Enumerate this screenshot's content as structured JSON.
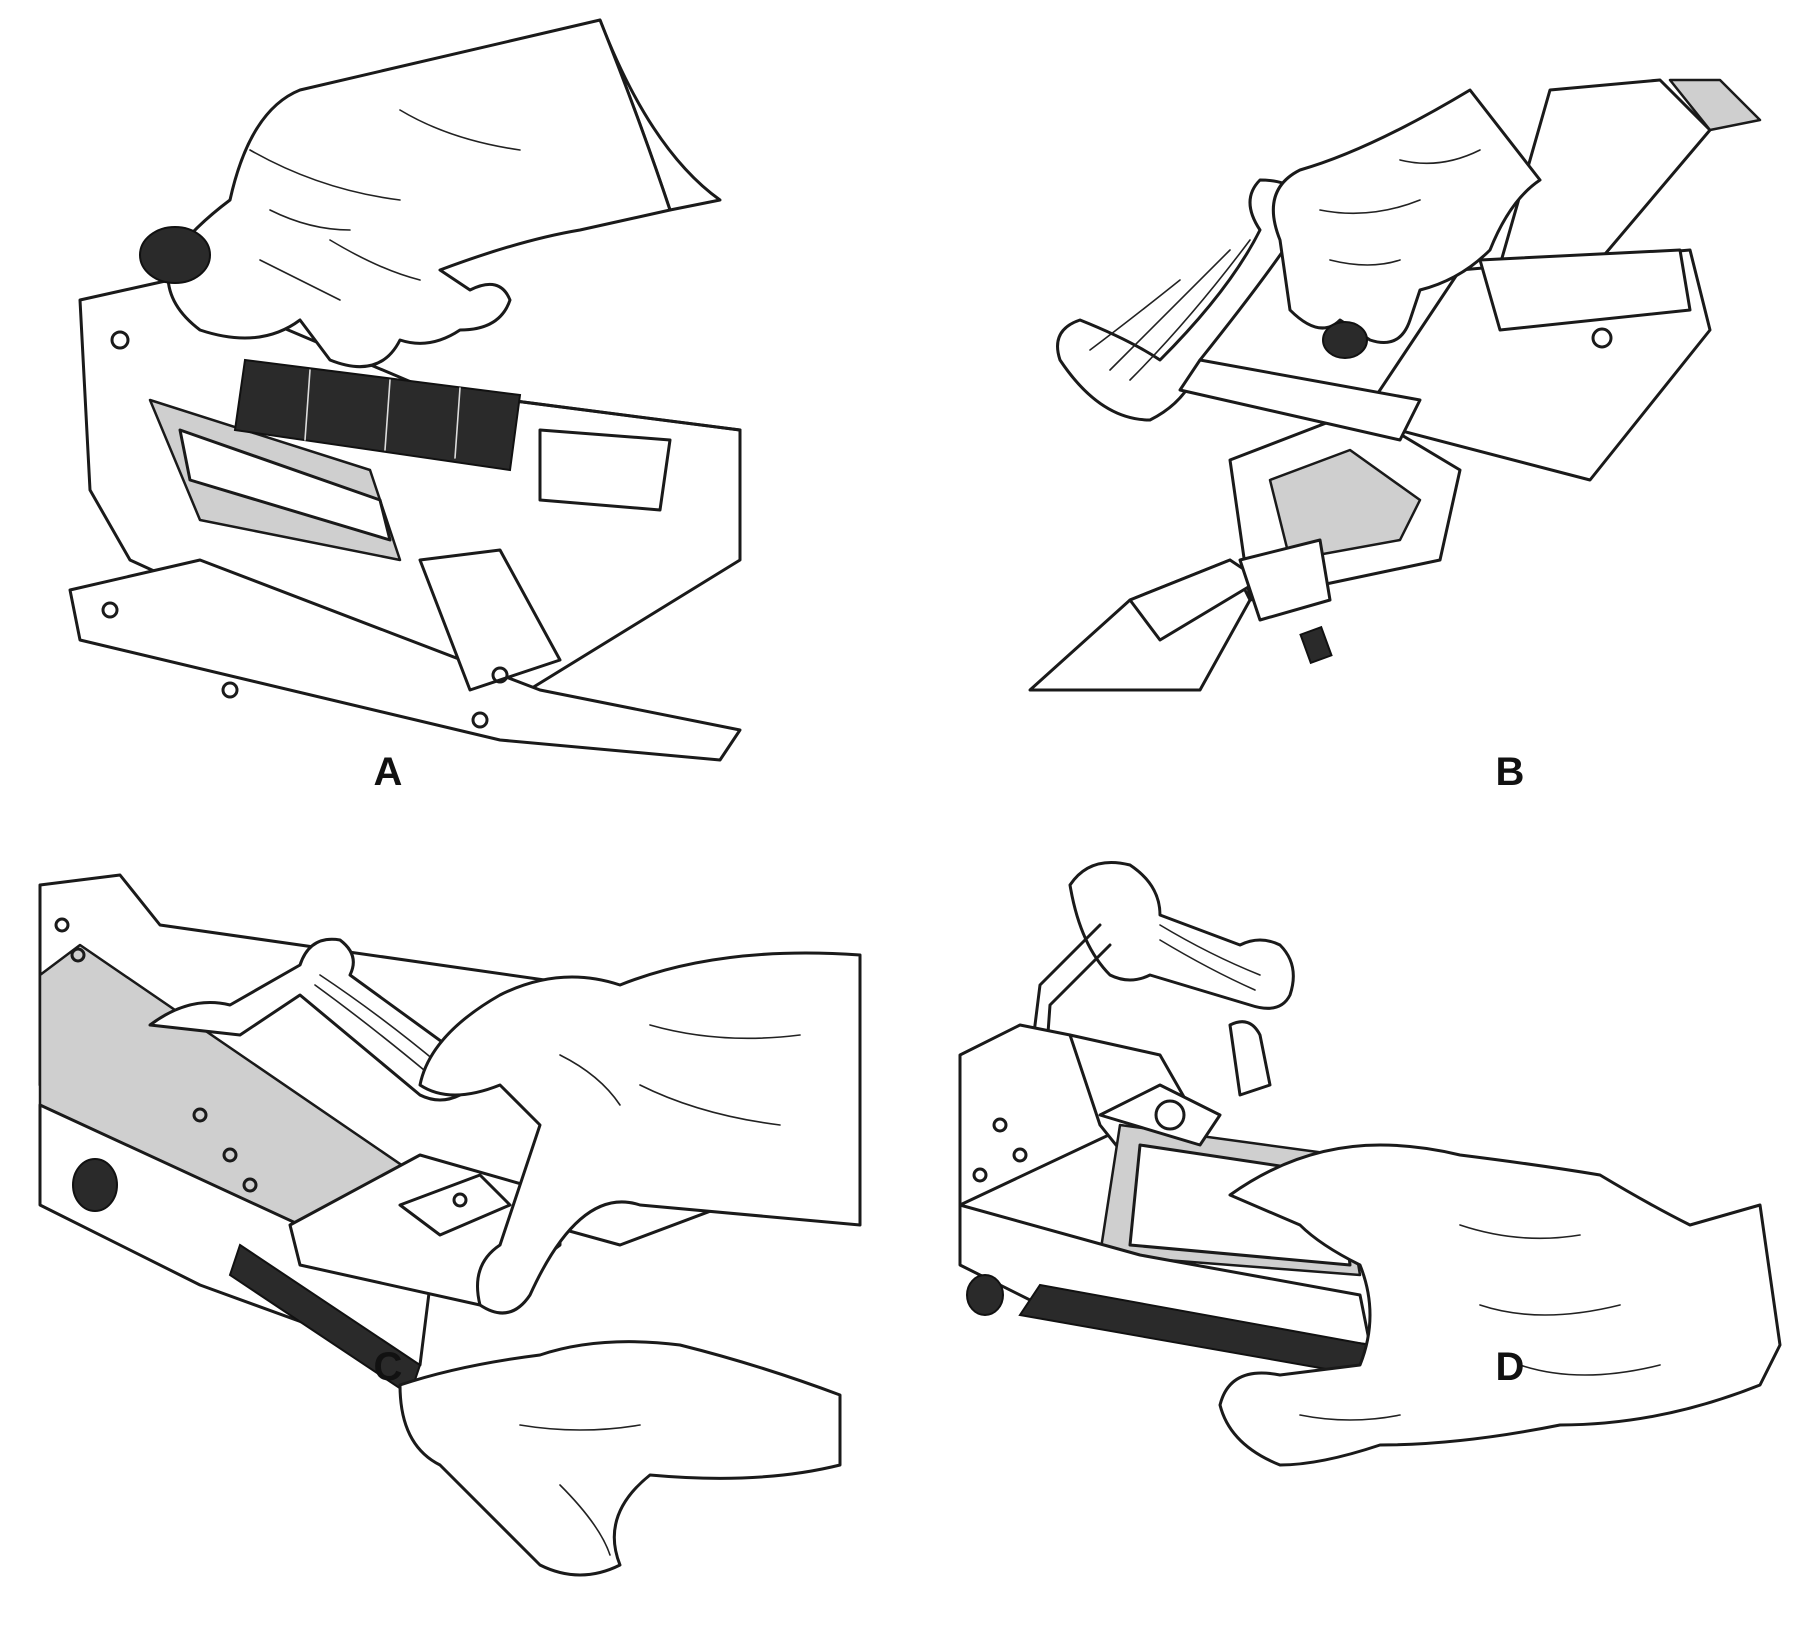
{
  "panels": [
    {
      "label": "A",
      "illustration": "hand-inserting-cartridge-icon"
    },
    {
      "label": "B",
      "illustration": "hand-gripping-charging-handle-icon"
    },
    {
      "label": "C",
      "illustration": "hand-closing-feed-cover-icon"
    },
    {
      "label": "D",
      "illustration": "hand-holding-open-receiver-icon"
    }
  ]
}
